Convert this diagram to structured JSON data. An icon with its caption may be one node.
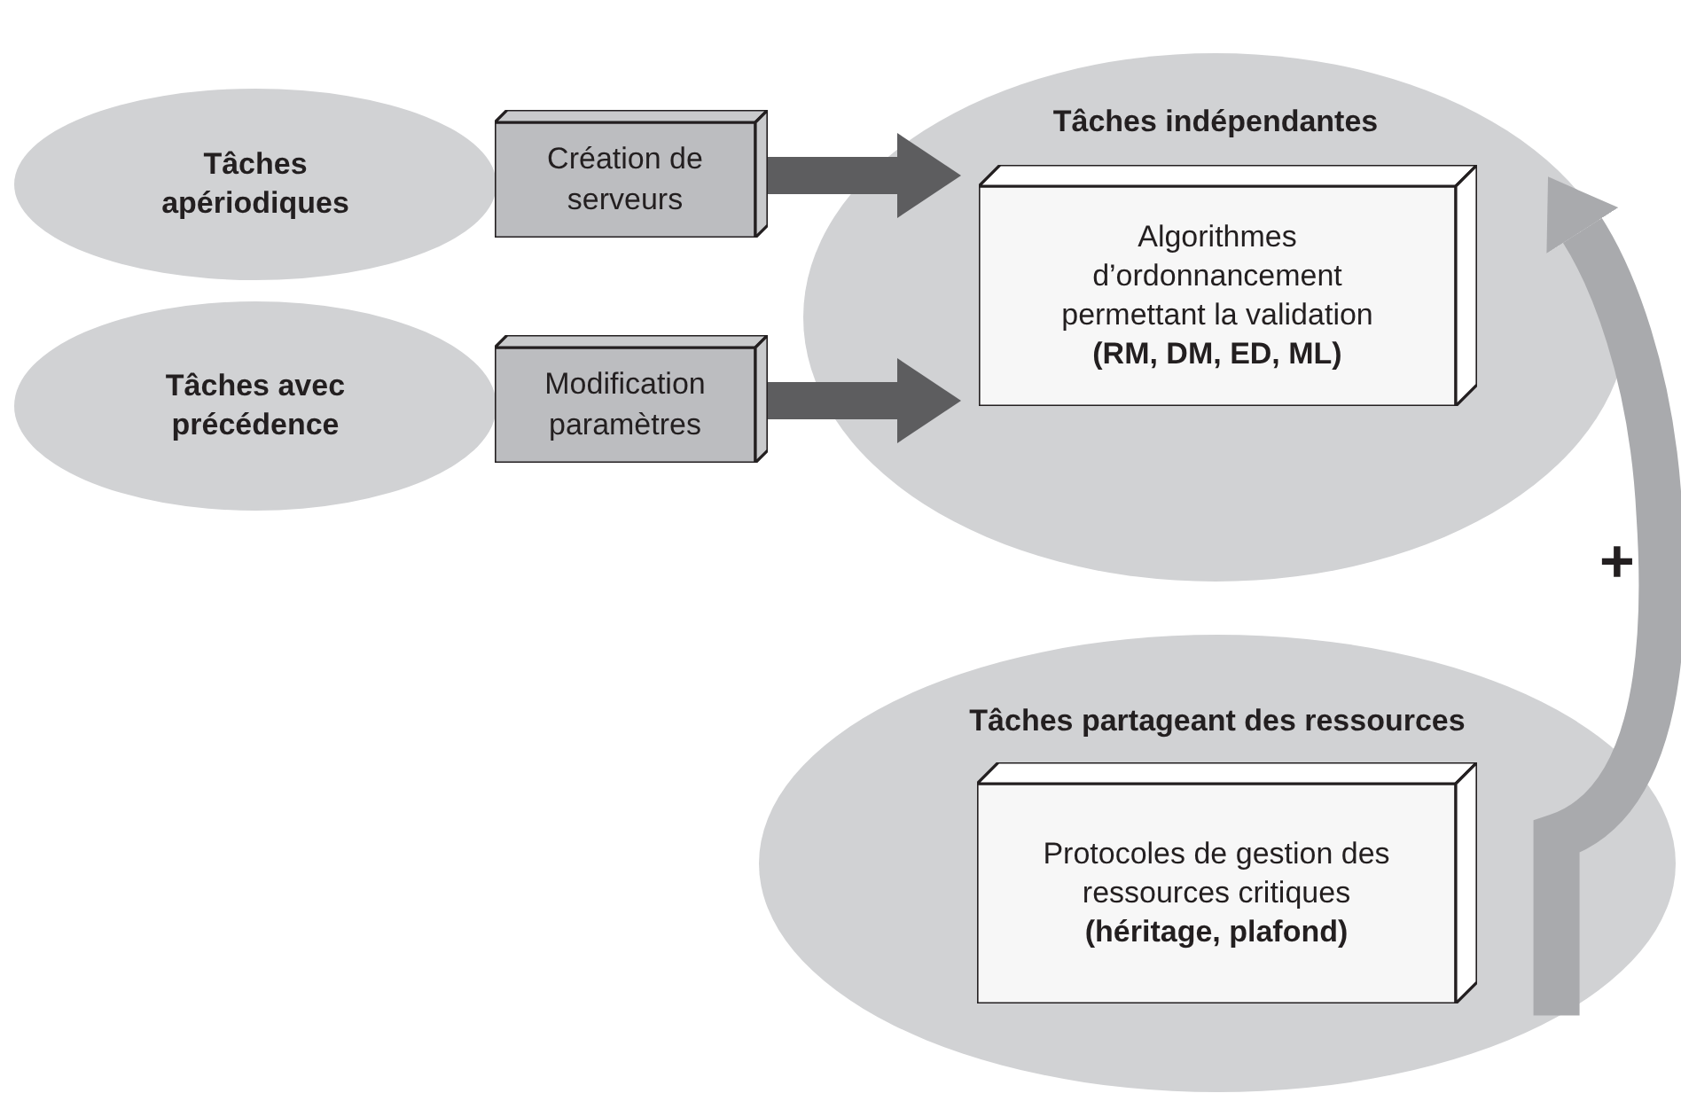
{
  "diagram": {
    "nodes": [
      {
        "text": [
          "Tâches apériodiques"
        ]
      },
      {
        "text": [
          "Création de serveurs"
        ]
      },
      {
        "text": [
          "Tâches avec précédence"
        ]
      },
      {
        "text": [
          "Modification paramètres"
        ]
      },
      {
        "text": [
          "Tâches indépendantes"
        ]
      },
      {
        "text": [
          "Algorithmes d’ordonnancement permettant la validation",
          "(RM, DM, ED, ML)"
        ],
        "in": 4
      },
      {
        "text": [
          "Tâches partageant des ressources"
        ]
      },
      {
        "text": [
          "Protocoles de gestion des ressources critiques",
          "(héritage, plafond)"
        ],
        "in": 6
      }
    ],
    "edges": [
      {
        "from": 1,
        "to": 5,
        "arrow": "to"
      },
      {
        "from": 3,
        "to": 5,
        "arrow": "to"
      },
      {
        "from": 6,
        "to": 4,
        "arrow": "to",
        "color": "#a9aaad",
        "label": "+"
      }
    ]
  }
}
